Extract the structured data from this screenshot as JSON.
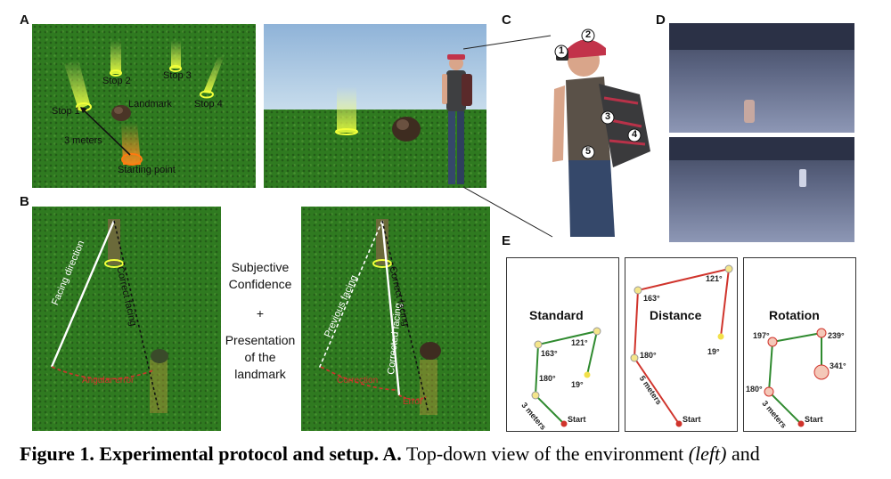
{
  "panels": {
    "A": {
      "label": "A",
      "stops": [
        "Stop 1",
        "Stop 2",
        "Stop 3",
        "Stop 4"
      ],
      "landmark": "Landmark",
      "distance": "3 meters",
      "start": "Starting point"
    },
    "B": {
      "label": "B",
      "left": {
        "facing": "Facing direction",
        "correct": "Correct facing",
        "error": "Angular error"
      },
      "middle": {
        "line1": "Subjective",
        "line2": "Confidence",
        "plus": "+",
        "line3": "Presentation",
        "line4": "of the",
        "line5": "landmark"
      },
      "right": {
        "previous": "Previous facing",
        "corrected": "Corrected facing",
        "correct": "Correct facing",
        "correction": "Correction",
        "error": "Error"
      }
    },
    "C": {
      "label": "C",
      "markers": [
        "1",
        "2",
        "3",
        "4",
        "5"
      ]
    },
    "D": {
      "label": "D"
    },
    "E": {
      "label": "E",
      "conditions": [
        {
          "title": "Standard",
          "angles": [
            "163°",
            "121°",
            "180°",
            "19°"
          ],
          "distance": "3 meters",
          "start": "Start"
        },
        {
          "title": "Distance",
          "angles": [
            "163°",
            "121°",
            "180°",
            "19°"
          ],
          "distance": "5 meters",
          "start": "Start"
        },
        {
          "title": "Rotation",
          "angles": [
            "197°",
            "239°",
            "180°",
            "341°"
          ],
          "distance": "3 meters",
          "start": "Start"
        }
      ]
    }
  },
  "caption": {
    "bold": "Figure 1. Experimental protocol and setup. A.",
    "text1": " Top-down view of the environment ",
    "italic": "(left)",
    "text2": " and"
  }
}
